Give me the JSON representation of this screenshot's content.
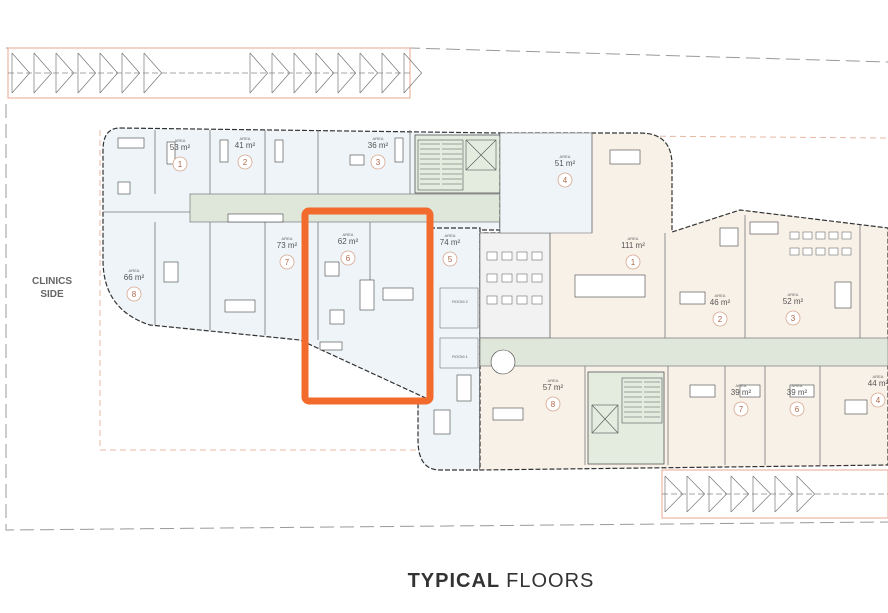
{
  "side_label": {
    "line1": "CLINICS",
    "line2": "SIDE"
  },
  "caption": {
    "bold": "TYPICAL",
    "regular": "FLOORS"
  },
  "area_prefix": "AREA",
  "clinic_rooms": [
    {
      "num": "1",
      "area": "53 m²"
    },
    {
      "num": "2",
      "area": "41 m²"
    },
    {
      "num": "3",
      "area": "36 m²"
    },
    {
      "num": "4",
      "area": "51 m²"
    },
    {
      "num": "5",
      "area": "74 m²"
    },
    {
      "num": "6",
      "area": "62 m²"
    },
    {
      "num": "7",
      "area": "73 m²"
    },
    {
      "num": "8",
      "area": "66 m²"
    }
  ],
  "office_rooms": [
    {
      "num": "1",
      "area": "111 m²"
    },
    {
      "num": "2",
      "area": "46 m²"
    },
    {
      "num": "3",
      "area": "52 m²"
    },
    {
      "num": "4",
      "area": "44 m²"
    },
    {
      "num": "6",
      "area": "39 m²"
    },
    {
      "num": "7",
      "area": "39 m²"
    },
    {
      "num": "8",
      "area": "57 m²"
    }
  ],
  "small_rooms": {
    "room1": "ROOM 1",
    "room2": "ROOM 2"
  },
  "highlight_color": "#f26b2d",
  "colors": {
    "clinic_fill": "#eef4f8",
    "office_fill": "#f8f1e8",
    "corridor_fill": "#dfe6da",
    "outline": "#e8a890"
  }
}
